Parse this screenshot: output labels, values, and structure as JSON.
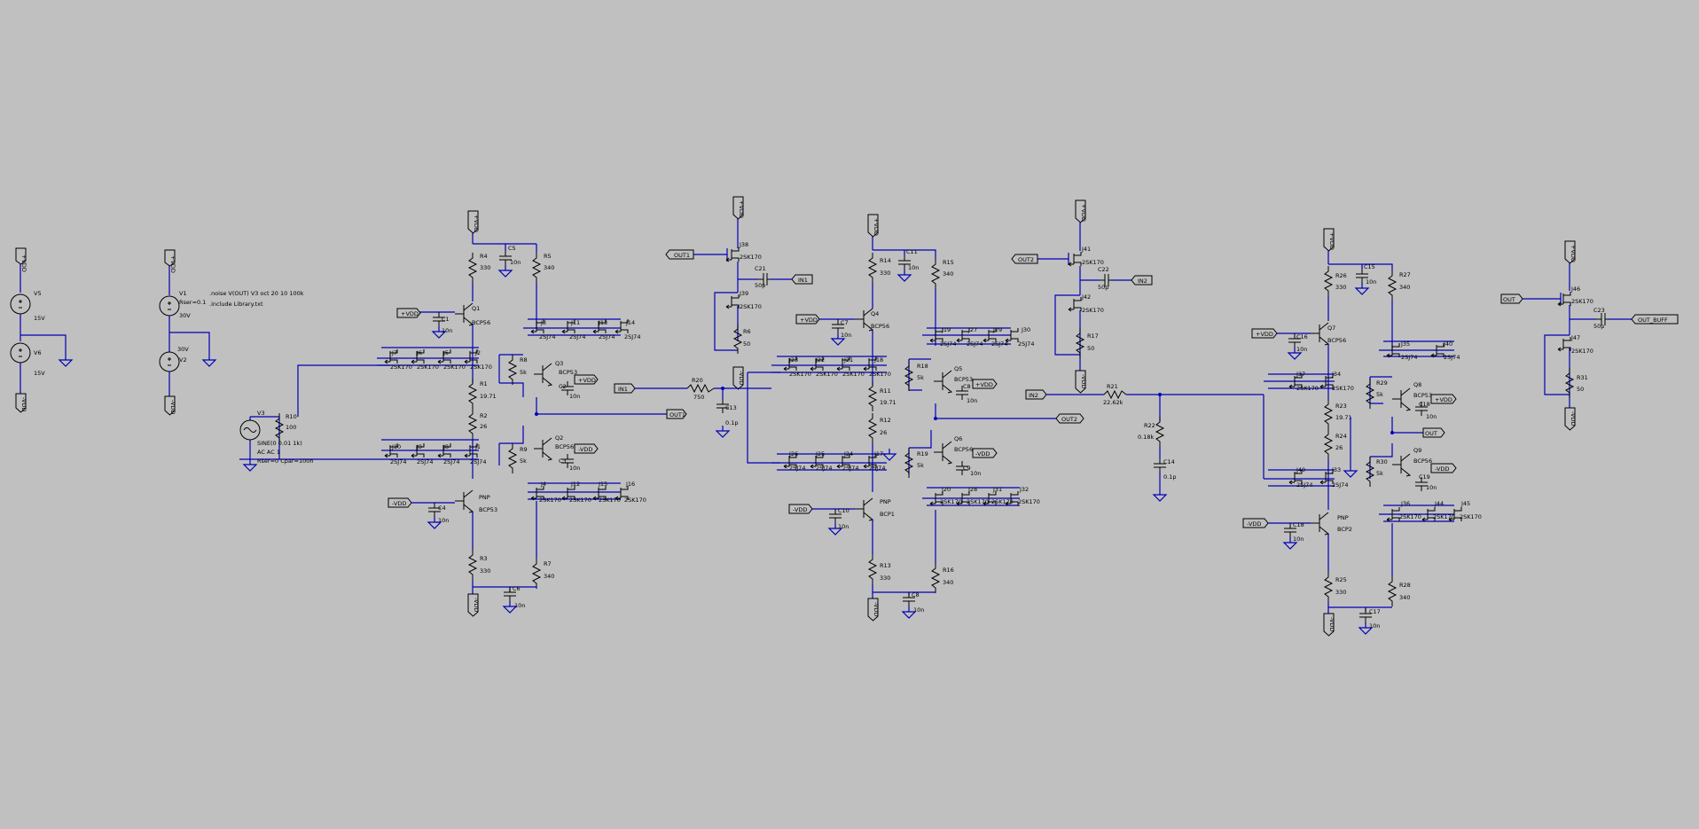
{
  "schematic": {
    "directives": [
      ".noise V(OUT) V3 oct 20 10 100k",
      ".include Library.txt"
    ],
    "flags": {
      "vdd_pos": "+VDD",
      "vdd_neg": "-VDD",
      "out": "OUT",
      "out1": "OUT1",
      "out2": "OUT2",
      "in1": "IN1",
      "in2": "IN2",
      "out_buff": "OUT_BUFF"
    },
    "supplies": [
      {
        "ref": "V5",
        "value": "15V"
      },
      {
        "ref": "V6",
        "value": "15V"
      },
      {
        "ref": "V1",
        "value": "30V",
        "extra": "Rser=0.1"
      },
      {
        "ref": "V2",
        "value": "30V"
      }
    ],
    "source": {
      "ref": "V3",
      "lines": [
        "SINE(0 0.01 1k)",
        "AC AC 1",
        "Rser=0 Cpar=100n"
      ]
    },
    "r10": {
      "ref": "R10",
      "value": "100"
    },
    "stage1": {
      "R4": "R4",
      "R4v": "330",
      "C5": "C5",
      "R5": "R5",
      "R5v": "340",
      "Q1": "Q1",
      "Q1m": "BCP56",
      "C1": "C1",
      "C1v": "10n",
      "R1": "R1",
      "R1v": "19.71",
      "R2": "R2",
      "R2v": "26",
      "R8": "R8",
      "R8v": "5k",
      "R9": "R9",
      "R9v": "5k",
      "Q3": "Q3",
      "Q3m": "BCP53",
      "Q2": "Q2",
      "Q2m": "BCP56",
      "C2": "C2",
      "C3": "C3",
      "C4": "C4",
      "PNP": "PNP",
      "PNPm": "BCP53",
      "R3": "R3",
      "R3v": "330",
      "R7": "R7",
      "R7v": "340",
      "C6": "C6",
      "Cv": "10n",
      "jfets_top": [
        "J7",
        "J6",
        "J5",
        "J2",
        "J3",
        "J11",
        "J13",
        "J14"
      ],
      "jfets_bot": [
        "J10",
        "J9",
        "J8",
        "J1",
        "J4",
        "J12",
        "J15",
        "J16"
      ],
      "jn": "2SK170",
      "jp": "2SJ74"
    },
    "buffer1": {
      "J38": "J38",
      "J39": "J39",
      "jm": "2SK170",
      "C21": "C21",
      "C21v": "50p",
      "R6": "R6",
      "R6v": "50"
    },
    "r20": {
      "ref": "R20",
      "value": "750"
    },
    "c13": {
      "ref": "C13",
      "value": "0.1p"
    },
    "stage2": {
      "R14": "R14",
      "R14v": "330",
      "C11": "C11",
      "R15": "R15",
      "R15v": "340",
      "Q4": "Q4",
      "Q4m": "BCP56",
      "C7": "C7",
      "R11": "R11",
      "R11v": "19.71",
      "R12": "R12",
      "R12v": "26",
      "R18": "R18",
      "R18v": "5k",
      "R19": "R19",
      "R19v": "5k",
      "Q5": "Q5",
      "Q5m": "BCP53",
      "Q6": "Q6",
      "Q6m": "BCP56",
      "C8": "C8",
      "C9": "C9",
      "C10": "C10",
      "PNP": "PNP",
      "PNPm": "BCP1",
      "R13": "R13",
      "R13v": "330",
      "R16": "R16",
      "R16v": "340",
      "Cv": "10n",
      "jfets_top": [
        "J23",
        "J22",
        "J21",
        "J18",
        "J19",
        "J27",
        "J29",
        "J30"
      ],
      "jfets_bot": [
        "J26",
        "J25",
        "J24",
        "J17",
        "J20",
        "J28",
        "J31",
        "J32"
      ],
      "jn": "2SK170",
      "jp": "2SJ74"
    },
    "buffer2": {
      "J41": "J41",
      "J42": "J42",
      "jm": "2SK170",
      "C22": "C22",
      "C22v": "50p",
      "R17": "R17",
      "R17v": "50"
    },
    "r21": {
      "ref": "R21",
      "value": "22.62k"
    },
    "r22": {
      "ref": "R22",
      "value": "0.18k"
    },
    "c14": {
      "ref": "C14",
      "value": "0.1p"
    },
    "stage3": {
      "R26": "R26",
      "R26v": "330",
      "C15": "C15",
      "R27": "R27",
      "R27v": "340",
      "Q7": "Q7",
      "Q7m": "BCP56",
      "C16": "C16",
      "R23": "R23",
      "R23v": "19.71",
      "R24": "R24",
      "R24v": "26",
      "R29": "R29",
      "R29v": "5k",
      "R30": "R30",
      "R30v": "5k",
      "Q8": "Q8",
      "Q8m": "BCP53",
      "Q9": "Q9",
      "Q9m": "BCP56",
      "C17": "C17",
      "C18": "C18",
      "C19": "C19",
      "PNP": "PNP",
      "PNPm": "BCP2",
      "R25": "R25",
      "R25v": "330",
      "R28": "R28",
      "R28v": "340",
      "Cv": "10n",
      "jfets_top": [
        "J37",
        "J34",
        "J35",
        "J40"
      ],
      "jfets_bot": [
        "J40",
        "J33",
        "J36",
        "J44",
        "J45"
      ],
      "jn": "2SK170",
      "jp": "2SJ74"
    },
    "buffer3": {
      "J46": "J46",
      "J47": "J47",
      "jm": "2SK170",
      "C23": "C23",
      "C23v": "50p",
      "R31": "R31",
      "R31v": "50"
    }
  }
}
